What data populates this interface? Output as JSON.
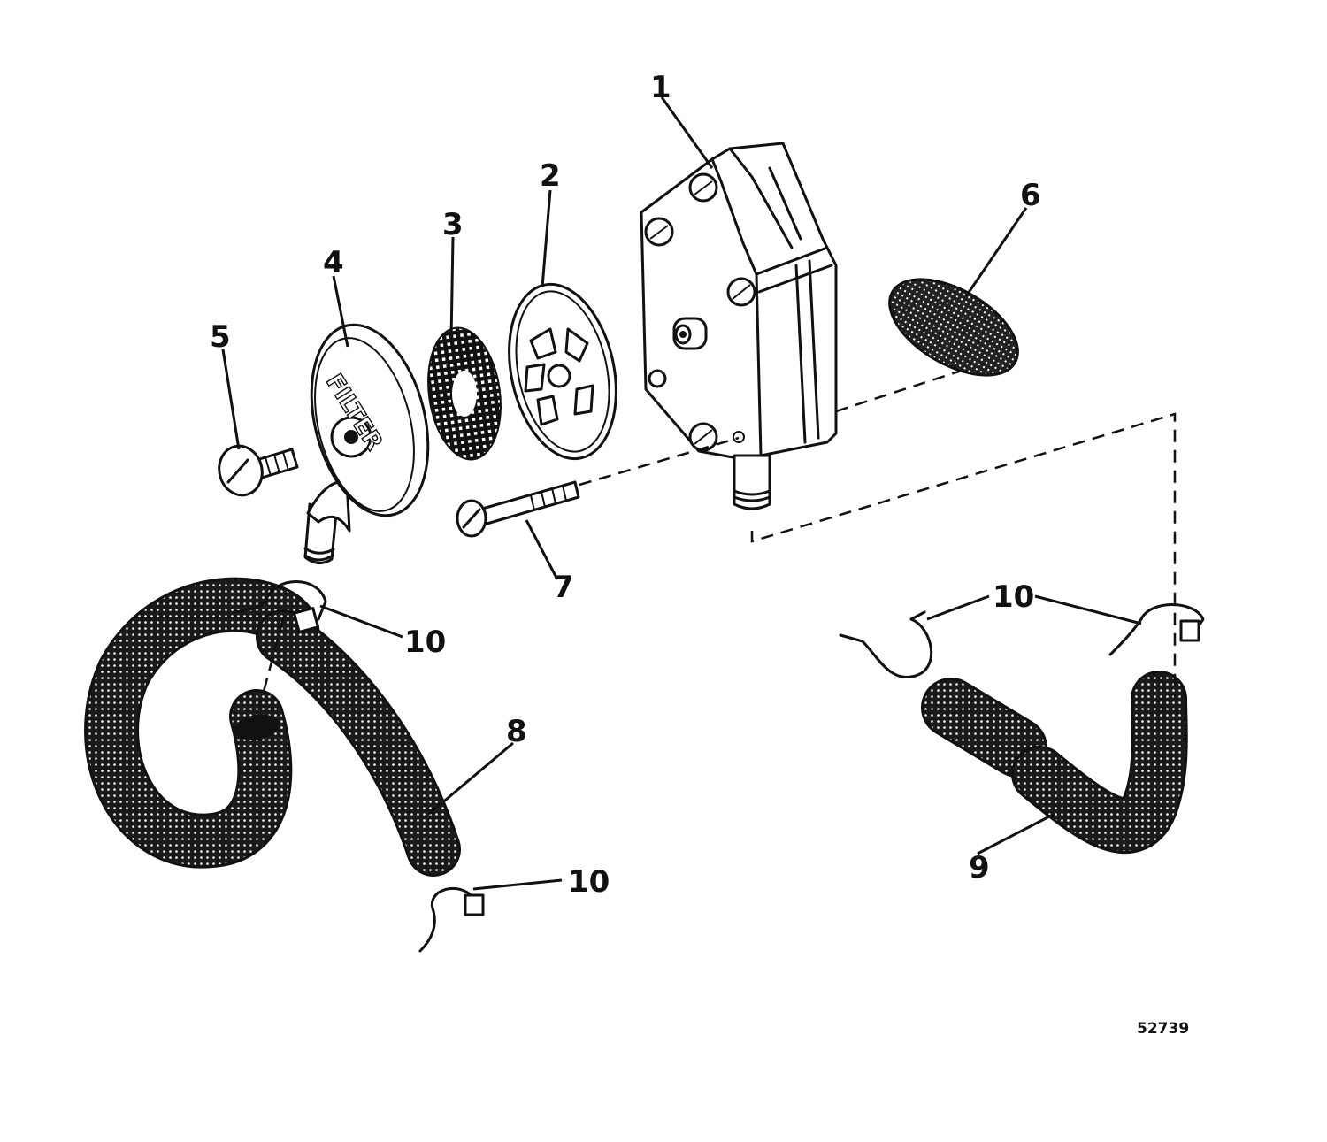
{
  "figure_number": "52739",
  "filter_cover_text": "FILTER",
  "callouts": [
    {
      "id": "1",
      "label": "1"
    },
    {
      "id": "2",
      "label": "2"
    },
    {
      "id": "3",
      "label": "3"
    },
    {
      "id": "4",
      "label": "4"
    },
    {
      "id": "5",
      "label": "5"
    },
    {
      "id": "6",
      "label": "6"
    },
    {
      "id": "7",
      "label": "7"
    },
    {
      "id": "8",
      "label": "8"
    },
    {
      "id": "9",
      "label": "9"
    },
    {
      "id": "10a",
      "label": "10"
    },
    {
      "id": "10b",
      "label": "10"
    },
    {
      "id": "10c",
      "label": "10"
    }
  ]
}
